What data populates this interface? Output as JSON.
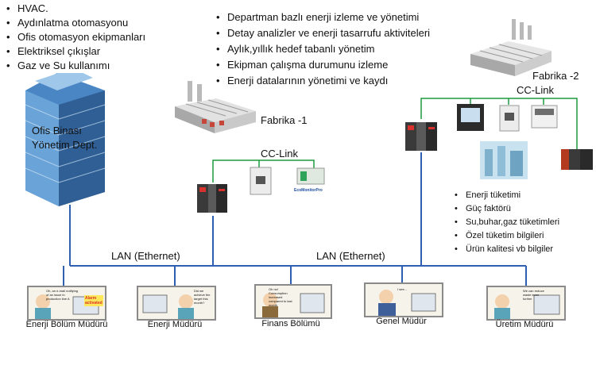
{
  "top_left_list": [
    "HVAC.",
    "Aydınlatma otomasyonu",
    "Ofis otomasyon ekipmanları",
    "Elektriksel çıkışlar",
    "Gaz ve Su kullanımı"
  ],
  "top_center_list": [
    "Departman bazlı enerji izleme ve yönetimi",
    "Detay analizler ve enerji tasarrufu aktiviteleri",
    "Aylık,yıllık hedef tabanlı yönetim",
    "Ekipman çalışma durumunu izleme",
    "Enerji datalarının yönetimi ve kaydı"
  ],
  "right_list": [
    "Enerji tüketimi",
    "Güç faktörü",
    "Su,buhar,gaz tüketimleri",
    "Özel tüketim bilgileri",
    "Ürün kalitesi vb bilgiler"
  ],
  "office_label": "Ofis Binası\nYönetim Dept.",
  "factory1_label": "Fabrika -1",
  "factory2_label": "Fabrika -2",
  "cclink_left": "CC-Link",
  "cclink_right": "CC-Link",
  "lan_left": "LAN (Ethernet)",
  "lan_right": "LAN (Ethernet)",
  "ecomonitor_text": "EcoMonitorPro",
  "people": [
    {
      "caption": "Enerji Bölüm Müdürü",
      "bubble": "Oh, an e-mail notifying of an issue in production line A",
      "badge": "Alarm activated"
    },
    {
      "caption": "Enerji Müdürü",
      "bubble": "Did we achieve the target this month?"
    },
    {
      "caption": "Finans Bölümü",
      "bubble": "Oh no! Consumption increased compared to last month"
    },
    {
      "caption": "Genel Müdür",
      "bubble": "I see..."
    },
    {
      "caption": "Üretim Müdürü",
      "bubble": "We can reduce waste even further"
    }
  ],
  "colors": {
    "lan": "#2e5fb0",
    "cclink": "#1c9a3c",
    "building": "#3d78b8"
  }
}
